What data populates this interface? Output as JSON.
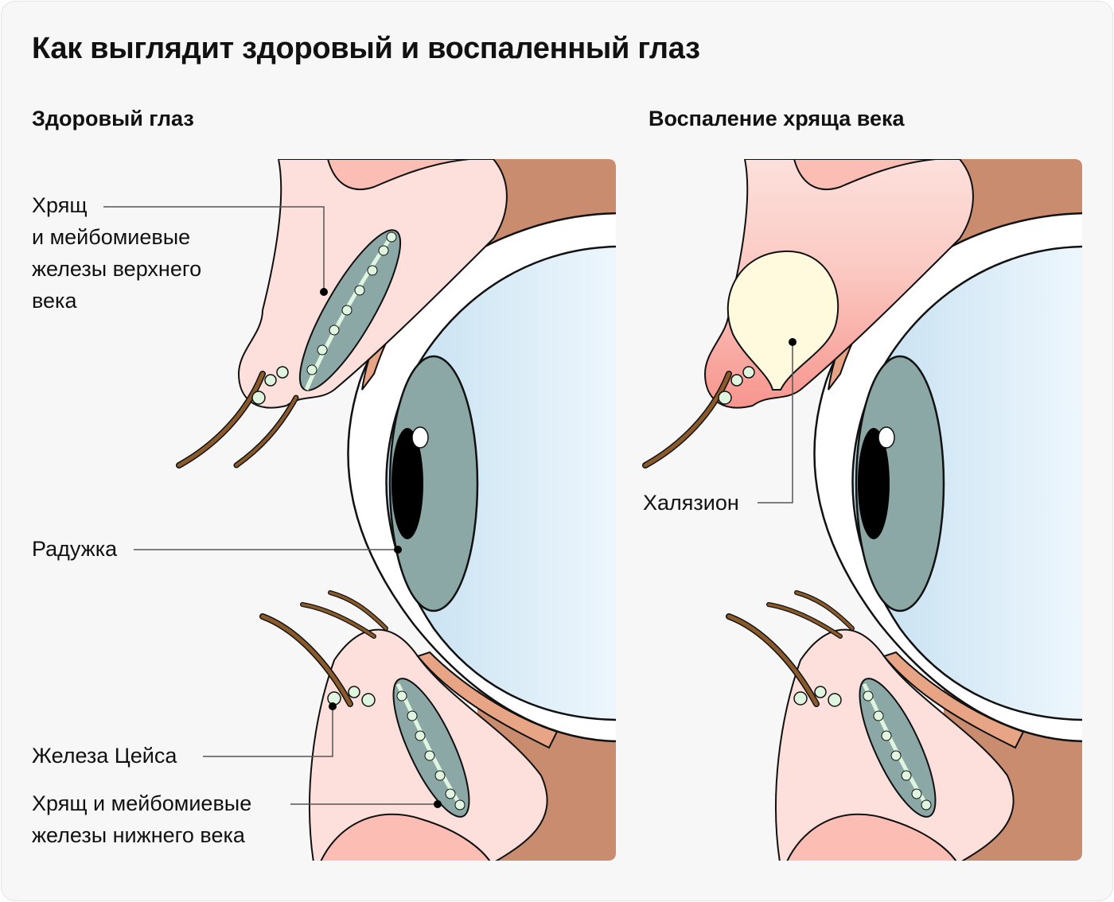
{
  "title": "Как выглядит здоровый и воспаленный глаз",
  "panels": {
    "healthy": {
      "heading": "Здоровый глаз",
      "labels": {
        "upper_glands": [
          "Хрящ",
          "и мейбомиевые",
          "железы верхнего",
          "века"
        ],
        "iris": "Радужка",
        "zeis_gland": "Железа Цейса",
        "lower_glands": [
          "Хрящ и мейбомиевые",
          "железы нижнего века"
        ]
      }
    },
    "inflamed": {
      "heading": "Воспаление хряща века",
      "labels": {
        "chalazion": "Халязион"
      }
    }
  },
  "colors": {
    "background": "#f7f7f7",
    "skin": "#fde0dc",
    "skin_dark": "#fcbdb5",
    "muscle": "#c98c6f",
    "conjunctiva": "#e8a585",
    "iris": "#8ba8a6",
    "cornea": "#cfe6f3",
    "gland": "#dff5df",
    "lash": "#8b5a2b",
    "chalazion": "#fffadd",
    "inflamed": "#f9a7a0"
  }
}
